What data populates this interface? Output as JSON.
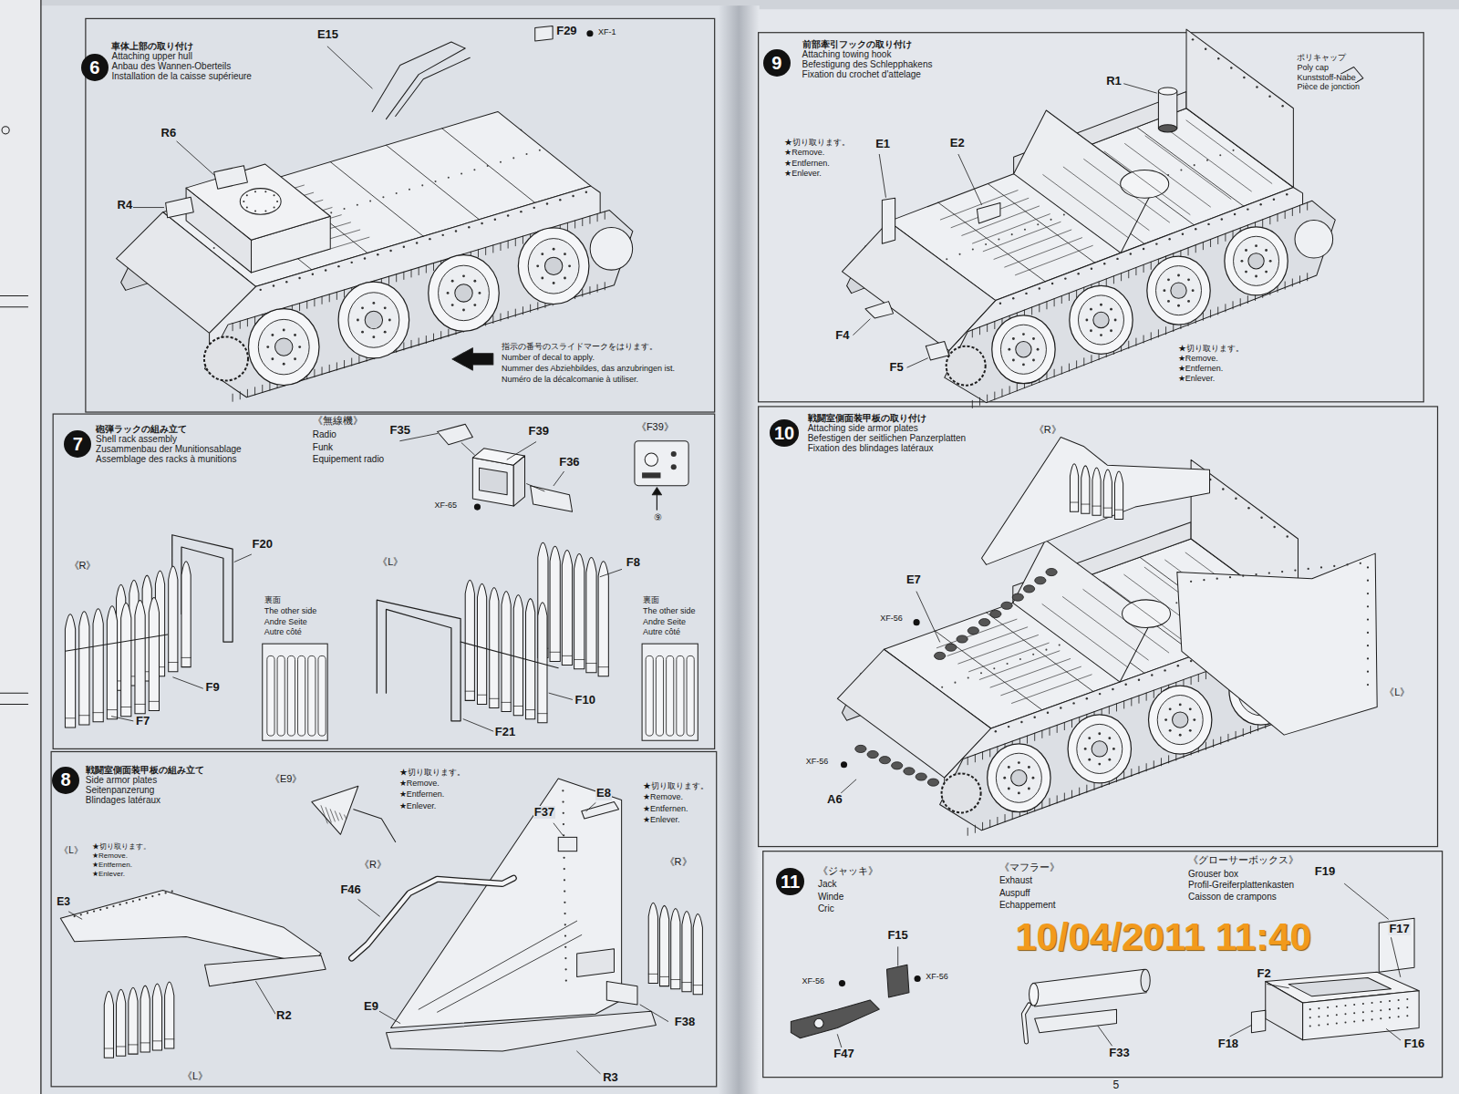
{
  "diagram": {
    "nodes": [
      {
        "text": [
          "6",
          "車体上部の取り付け",
          "Attaching upper hull",
          "Anbau des Wannen-Oberteils",
          "Installation de la caisse supérieure"
        ]
      },
      {
        "text": [
          "7",
          "砲弾ラックの組み立て",
          "Shell rack assembly",
          "Zusammenbau der Munitionsablage",
          "Assemblage des racks à munitions"
        ]
      },
      {
        "text": [
          "8",
          "戦闘室側面装甲板の組み立て",
          "Side armor plates",
          "Seitenpanzerung",
          "Blindages latéraux"
        ]
      },
      {
        "text": [
          "9",
          "前部牽引フックの取り付け",
          "Attaching towing hook",
          "Befestigung des Schlepphakens",
          "Fixation du crochet d'attelage"
        ]
      },
      {
        "text": [
          "10",
          "戦闘室側面装甲板の取り付け",
          "Attaching side armor plates",
          "Befestigen der seitlichen Panzerplatten",
          "Fixation des blindages latéraux"
        ]
      },
      {
        "text": [
          "11"
        ]
      }
    ],
    "labels": [
      "E15",
      "F29",
      "XF-1",
      "R6",
      "R4",
      "指示の番号のスライドマークをはります。",
      "Number of decal to apply.",
      "Nummer des Abziehbildes, das anzubringen ist.",
      "Numéro de la décalcomanie à utiliser.",
      "《無線機》",
      "Radio",
      "Funk",
      "Equipement radio",
      "F35",
      "F39",
      "F36",
      "XF-65",
      "《F39》",
      "⑨",
      "《R》",
      "F20",
      "F9",
      "F7",
      "裏面",
      "The other side",
      "Andre Seite",
      "Autre côté",
      "《L》",
      "F8",
      "F10",
      "F21",
      "裏面",
      "The other side",
      "Andre Seite",
      "Autre côté",
      "《E9》",
      "★切り取ります。",
      "★Remove.",
      "★Entfernen.",
      "★Enlever.",
      "《L》",
      "★切り取ります。",
      "★Remove.",
      "★Entfernen.",
      "★Enlever.",
      "E3",
      "R2",
      "《L》",
      "《R》",
      "F46",
      "E9",
      "F37",
      "E8",
      "★切り取ります。",
      "★Remove.",
      "★Entfernen.",
      "★Enlever.",
      "《R》",
      "F38",
      "R3",
      "ポリキャップ",
      "Poly cap",
      "Kunststoff-Nabe",
      "Pièce de jonction",
      "R1",
      "★切り取ります。",
      "★Remove.",
      "★Entfernen.",
      "★Enlever.",
      "E1",
      "E2",
      "F4",
      "F5",
      "★切り取ります。",
      "★Remove.",
      "★Entfernen.",
      "★Enlever.",
      "《R》",
      "E7",
      "XF-56",
      "XF-56",
      "A6",
      "《L》",
      "《ジャッキ》",
      "Jack",
      "Winde",
      "Cric",
      "F15",
      "XF-56",
      "XF-56",
      "F47",
      "《マフラー》",
      "Exhaust",
      "Auspuff",
      "Echappement",
      "F33",
      "《グローサーボックス》",
      "Grouser box",
      "Profil-Greiferplattenkasten",
      "Caisson de crampons",
      "F19",
      "F17",
      "F2",
      "F18",
      "F16",
      "10/04/2011 11:40",
      "5"
    ]
  }
}
